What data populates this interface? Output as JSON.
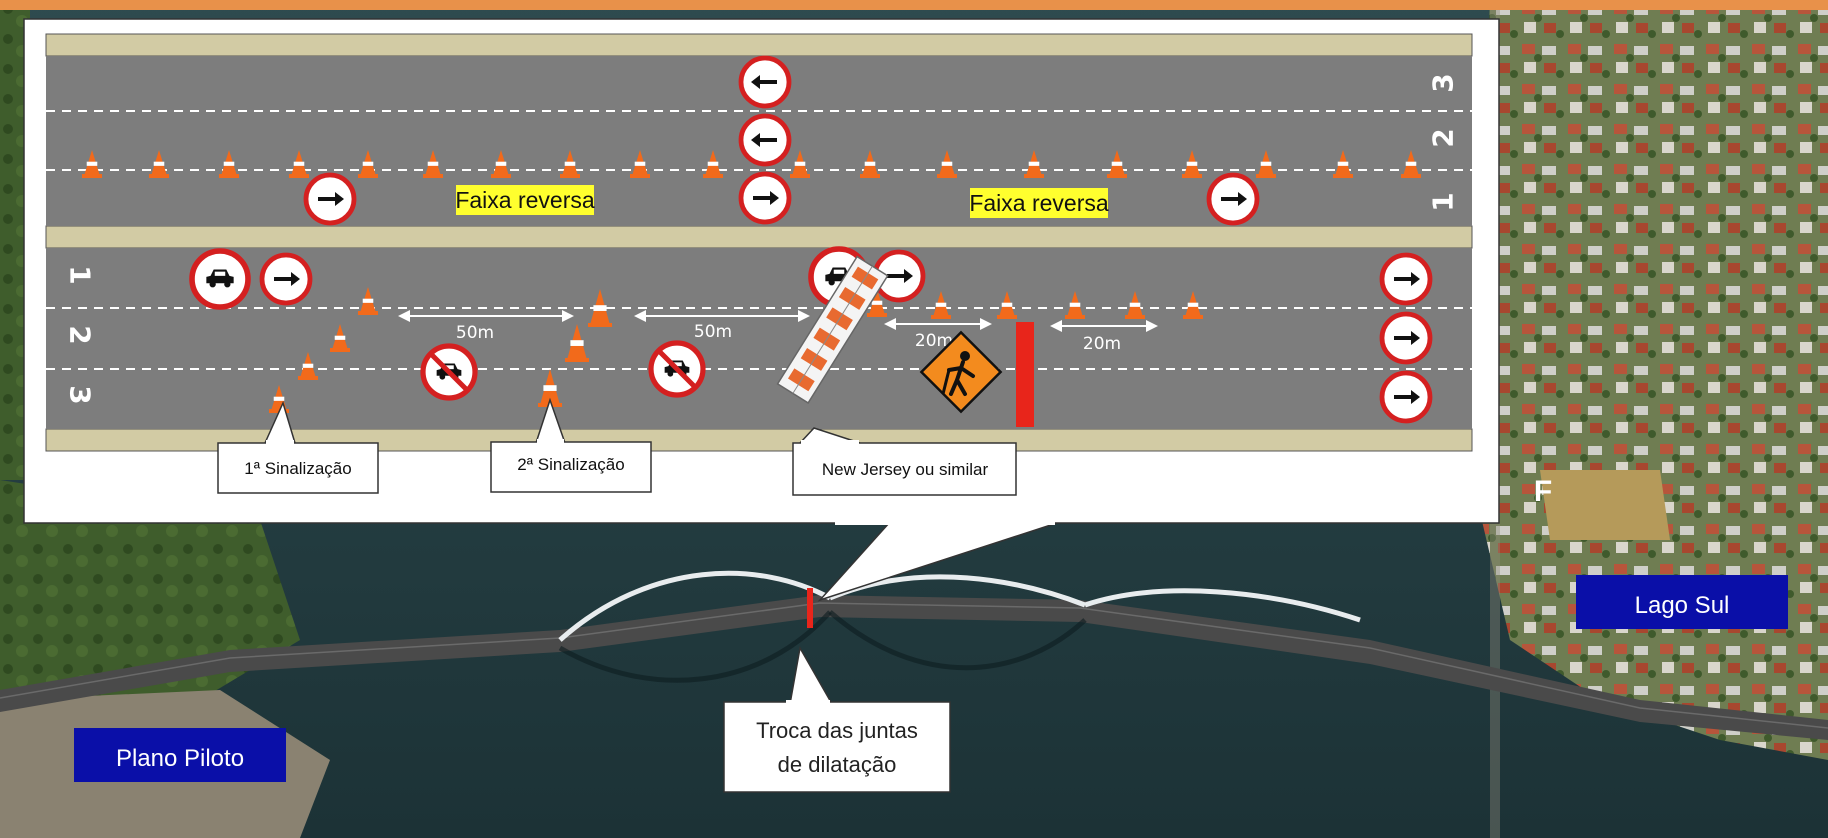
{
  "diagram": {
    "lane_numbers_top": [
      "3",
      "2",
      "1"
    ],
    "lane_numbers_bottom": [
      "1",
      "2",
      "3"
    ],
    "reverse_lane_label_1": "Faixa reversa",
    "reverse_lane_label_2": "Faixa reversa",
    "distance_label_1": "50m",
    "distance_label_2": "50m",
    "distance_label_3": "20m",
    "distance_label_4": "20m",
    "callout_first_signal": "1ª Sinalização",
    "callout_second_signal": "2ª Sinalização",
    "callout_barrier": "New Jersey ou similar",
    "marker_letter": "F"
  },
  "map": {
    "label_left": "Plano Piloto",
    "label_right": "Lago Sul",
    "work_callout_line1": "Troca das juntas",
    "work_callout_line2": "de dilatação"
  },
  "colors": {
    "top_bar": "#e8914a",
    "asphalt": "#7d7d7d",
    "shoulder": "#d2cba4",
    "cone": "#f26a1b",
    "sign_red": "#d42020",
    "highlight": "#ffff2e",
    "work_sign": "#f38b1e",
    "map_label_bg": "#0a0fa8",
    "barrier_red": "#e8251b"
  }
}
